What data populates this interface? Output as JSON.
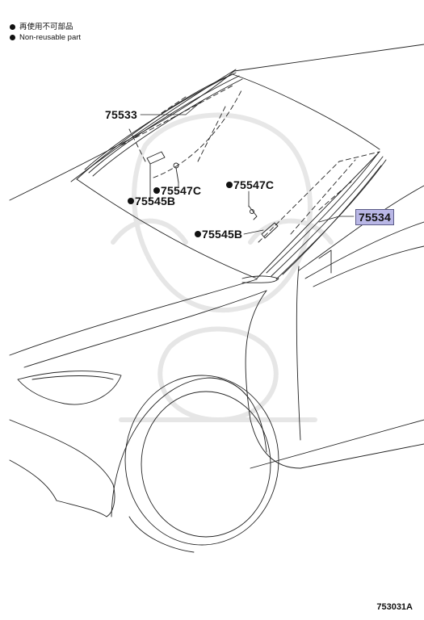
{
  "legend": {
    "items": [
      {
        "icon": "filled-circle-icon",
        "text": "再使用不可部品"
      },
      {
        "icon": "filled-circle-icon",
        "text": "Non-reusable part"
      }
    ]
  },
  "callouts": {
    "p75533": "75533",
    "p75547c_left": "75547C",
    "p75545b_left": "75545B",
    "p75547c_right": "75547C",
    "p75545b_right": "75545B",
    "p75534": "75534"
  },
  "figure_id": "753031A",
  "colors": {
    "line": "#222222",
    "highlight": "#b9b7e6",
    "highlight_border": "#5a5a86"
  }
}
